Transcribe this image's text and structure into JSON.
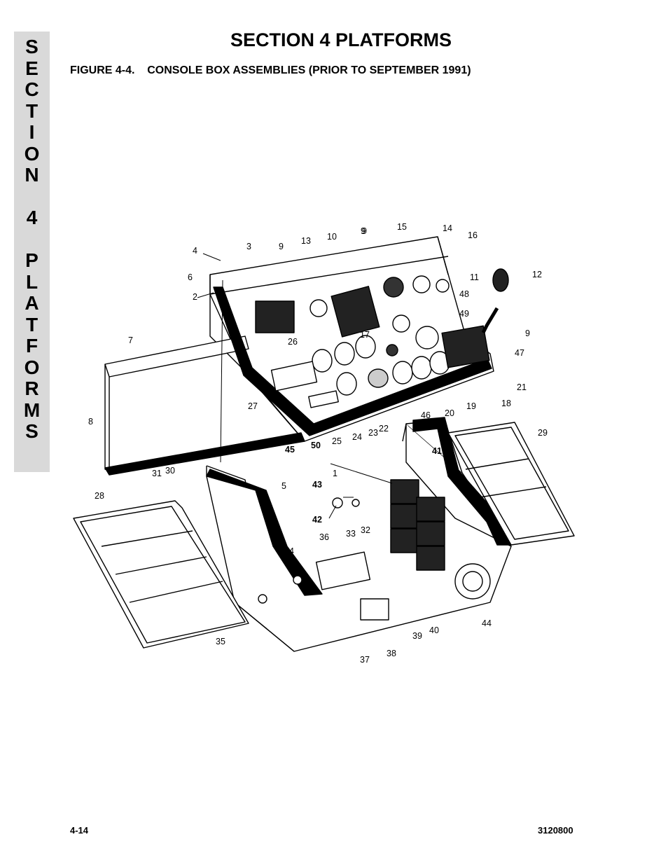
{
  "side_tab": {
    "letters": [
      "S",
      "E",
      "C",
      "T",
      "I",
      "O",
      "N",
      "",
      "4",
      "",
      "P",
      "L",
      "A",
      "T",
      "F",
      "O",
      "R",
      "M",
      "S"
    ]
  },
  "header": {
    "section_title": "SECTION 4  PLATFORMS",
    "figure_title": "FIGURE 4-4.    CONSOLE BOX ASSEMBLIES (PRIOR TO SEPTEMBER 1991)"
  },
  "figure": {
    "callouts": [
      "1",
      "2",
      "3",
      "4",
      "5",
      "6",
      "7",
      "8",
      "9",
      "9",
      "9",
      "9",
      "10",
      "11",
      "12",
      "13",
      "14",
      "15",
      "16",
      "17",
      "18",
      "19",
      "20",
      "21",
      "22",
      "23",
      "24",
      "25",
      "26",
      "27",
      "28",
      "29",
      "30",
      "31",
      "32",
      "33",
      "34",
      "35",
      "36",
      "37",
      "38",
      "39",
      "40",
      "41",
      "42",
      "43",
      "44",
      "45",
      "46",
      "47",
      "48",
      "49",
      "50"
    ]
  },
  "footer": {
    "page_number": "4-14",
    "doc_number": "3120800"
  }
}
